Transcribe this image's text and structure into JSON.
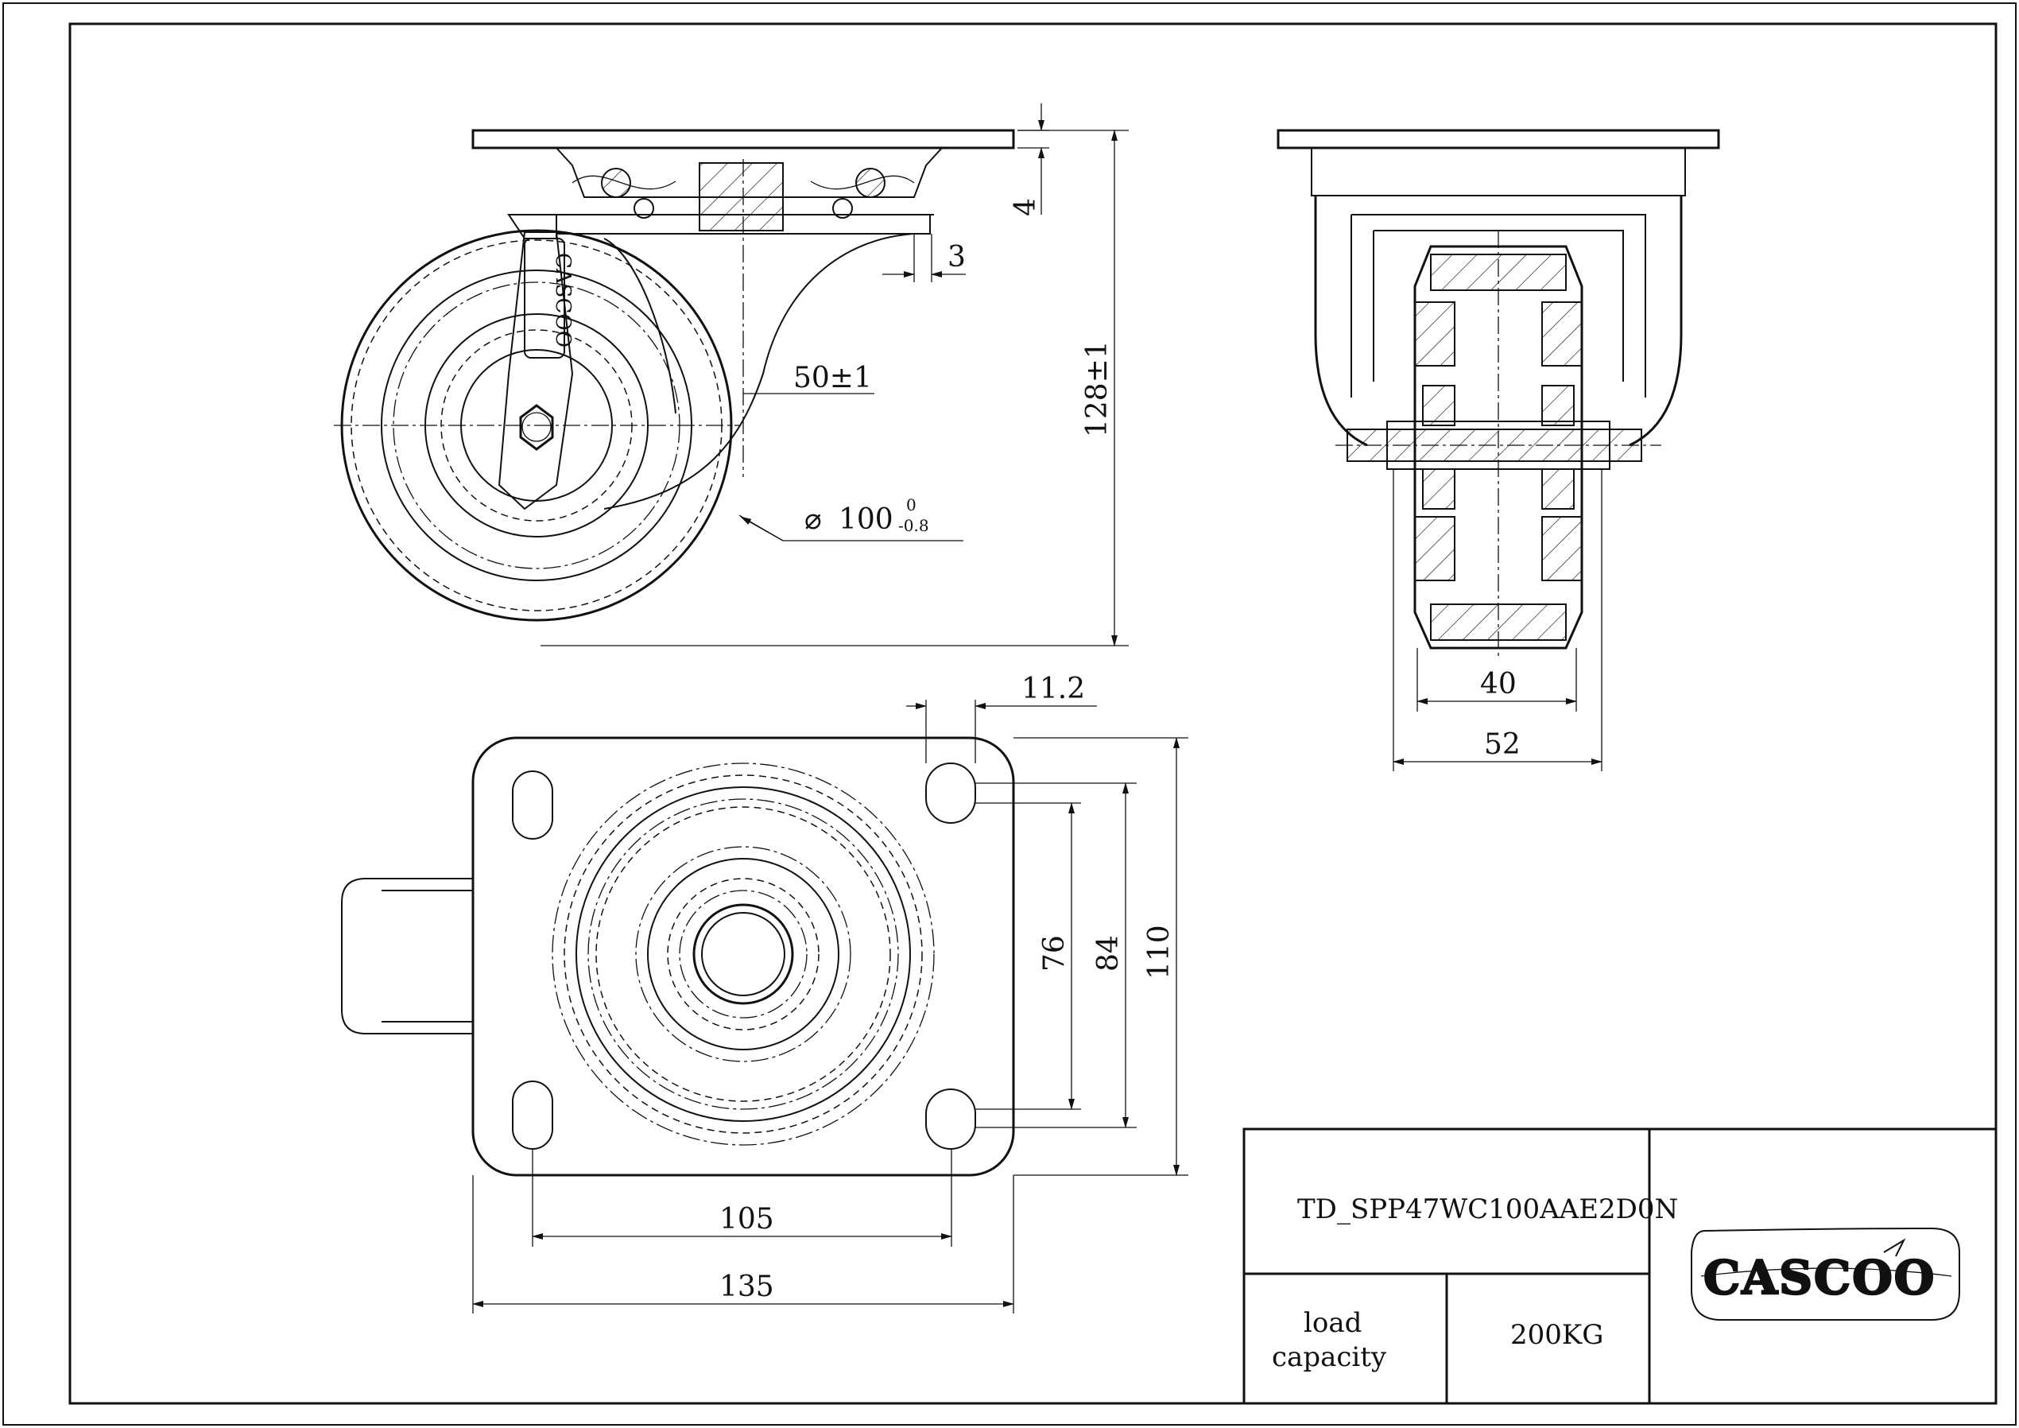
{
  "drawing": {
    "part_number": "TD_SPP47WC100AAE2D0N",
    "load_capacity_label_line1": "load",
    "load_capacity_label_line2": "capacity",
    "load_capacity_value": "200KG",
    "logo_text": "CASCOO",
    "fork_logo_text": "CASCOO"
  },
  "dimensions": {
    "plate_thickness": "4",
    "offset": "3",
    "swivel_offset": "50±1",
    "total_height": "128±1",
    "wheel_diameter": "100",
    "wheel_tol_upper": "0",
    "wheel_tol_lower": "-0.8",
    "wheel_width": "40",
    "hub_length": "52",
    "slot_width": "11.2",
    "hole_spacing_a": "76",
    "hole_spacing_b": "84",
    "plate_width": "110",
    "hole_spacing_c": "105",
    "plate_length": "135"
  }
}
